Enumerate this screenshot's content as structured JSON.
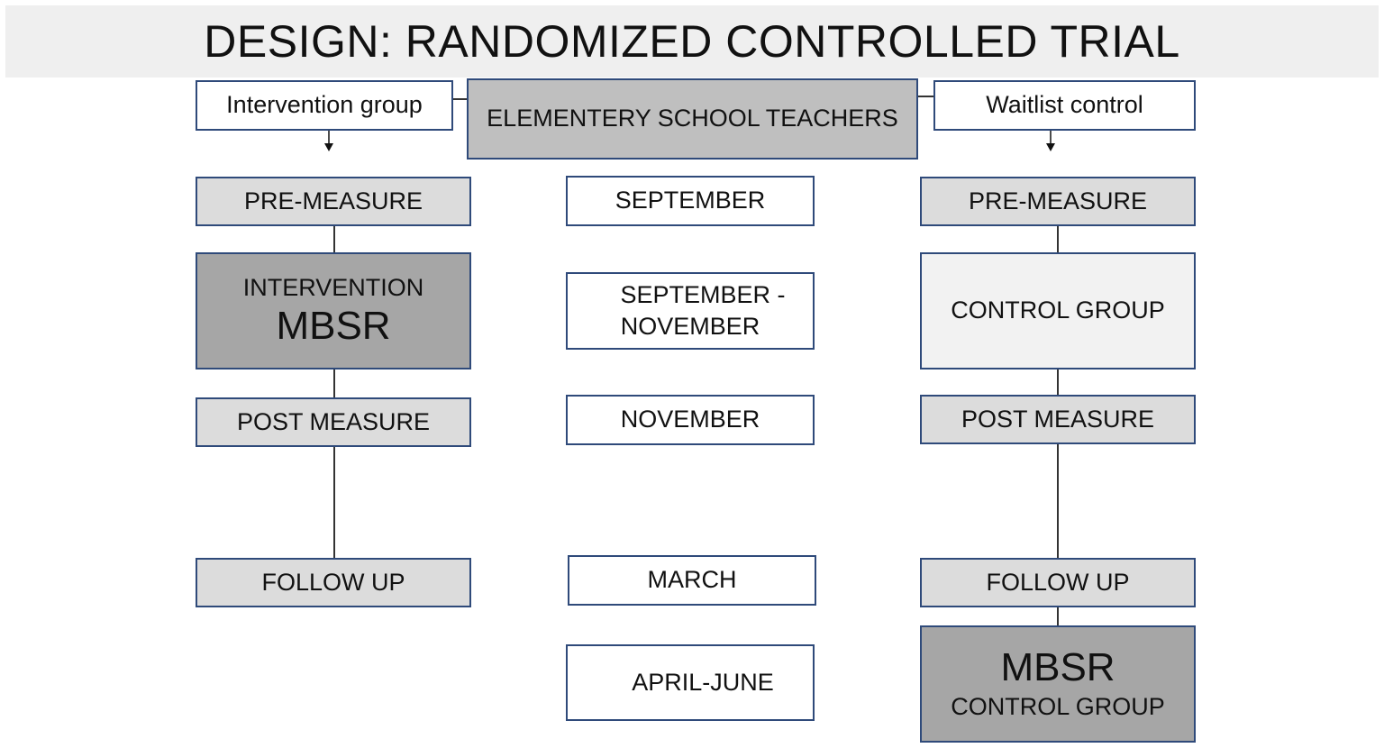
{
  "title": "DESIGN: RANDOMIZED CONTROLLED TRIAL",
  "population": "ELEMENTERY SCHOOL TEACHERS",
  "intervention_arm": {
    "label": "Intervention group",
    "pre": "PRE-MEASURE",
    "treatment_line1": "INTERVENTION",
    "treatment_line2": "MBSR",
    "post": "POST MEASURE",
    "follow_up": "FOLLOW UP"
  },
  "control_arm": {
    "label": "Waitlist control",
    "pre": "PRE-MEASURE",
    "treatment": "CONTROL GROUP",
    "post": "POST MEASURE",
    "follow_up": "FOLLOW UP",
    "final_line1": "MBSR",
    "final_line2": "CONTROL GROUP"
  },
  "timeline": {
    "t1": "SEPTEMBER",
    "t2_line1": "SEPTEMBER -",
    "t2_line2": "NOVEMBER",
    "t3": "NOVEMBER",
    "t4": "MARCH",
    "t5": "APRIL-JUNE"
  }
}
